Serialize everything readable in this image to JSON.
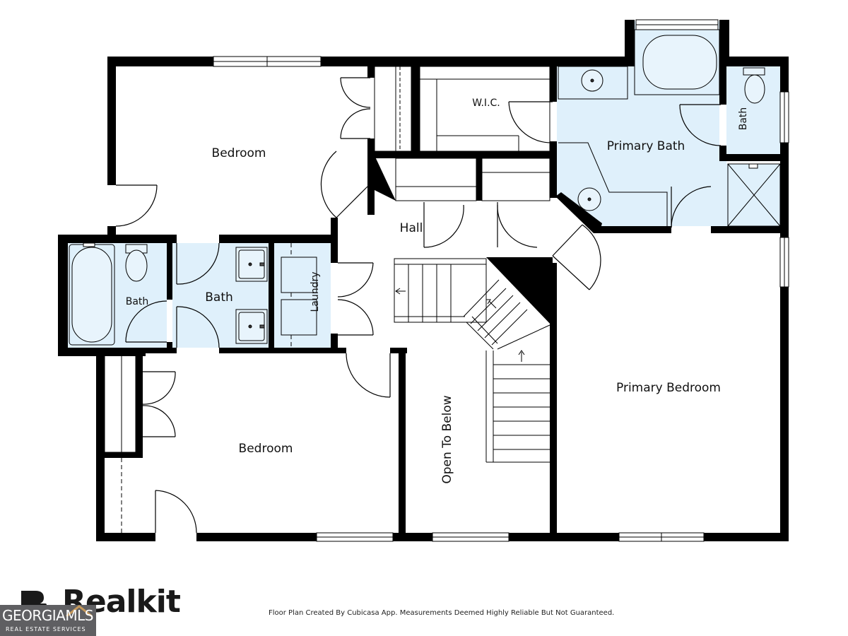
{
  "rooms": {
    "bedroom_top": "Bedroom",
    "wic": "W.I.C.",
    "primary_bath": "Primary Bath",
    "bath_small_right": "Bath",
    "hall": "Hall",
    "bath_left": "Bath",
    "bath_mid": "Bath",
    "laundry": "Laundry",
    "primary_bedroom": "Primary Bedroom",
    "bedroom_bottom": "Bedroom",
    "open_to_below": "Open To Below"
  },
  "footer": {
    "note": "Floor Plan Created By Cubicasa App. Measurements Deemed Highly Reliable But Not Guaranteed.",
    "brand": "Realkit",
    "mls_main": "GEORGIAMLS",
    "mls_sub": "REAL ESTATE SERVICES"
  },
  "colors": {
    "wall": "#000000",
    "wet_room": "#dff0fb",
    "fixture_fill": "#e8f4fc",
    "mls_badge": "#5f5f62"
  }
}
